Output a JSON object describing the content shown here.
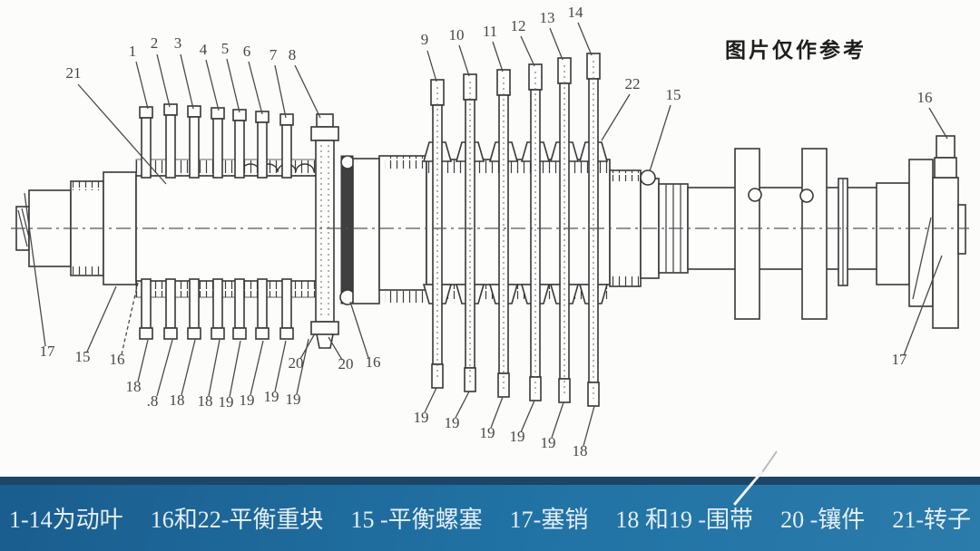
{
  "note": {
    "text": "图片仅作参考"
  },
  "caption": {
    "parts": [
      "1-14为动叶",
      "16和22-平衡重块",
      "15 -平衡螺塞",
      "17-塞销",
      "18 和19 -围带",
      "20 -镶件",
      "21-转子"
    ]
  },
  "diagram": {
    "type": "engineering-line-drawing",
    "subject": "steam-turbine-rotor-side-view",
    "callouts": [
      "21",
      "1",
      "2",
      "3",
      "4",
      "5",
      "6",
      "7",
      "8",
      "9",
      "10",
      "11",
      "12",
      "13",
      "14",
      "22",
      "15",
      "16",
      "17",
      "15",
      "16",
      "18",
      ".8",
      "18",
      "18",
      "19",
      "19",
      "19",
      "19",
      "20",
      "20",
      "16",
      "19",
      "19",
      "19",
      "19",
      "19",
      "18",
      "17"
    ]
  },
  "colors": {
    "background": "#fcfcfb",
    "drawing_line": "#383838",
    "caption_bar_top": "#1d4568",
    "caption_bar_body": "#2173a5",
    "caption_text": "#e4eef6",
    "note_text": "#1e1e1e"
  }
}
